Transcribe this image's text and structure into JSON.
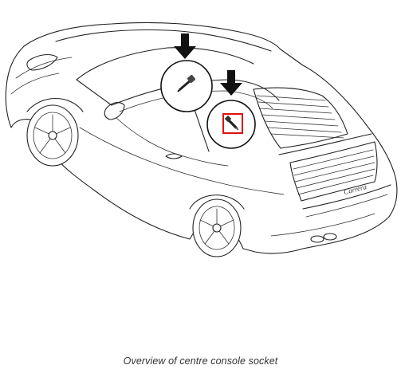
{
  "figure": {
    "caption": "Overview of centre console socket",
    "badge_text": "Carrera",
    "highlight_color": "#e01010",
    "arrow_color": "#111111",
    "line_color": "#222222",
    "callouts": [
      {
        "name": "front-detail",
        "icon": "bolt-icon"
      },
      {
        "name": "rear-detail",
        "icon": "socket-icon",
        "highlighted": true
      }
    ]
  }
}
